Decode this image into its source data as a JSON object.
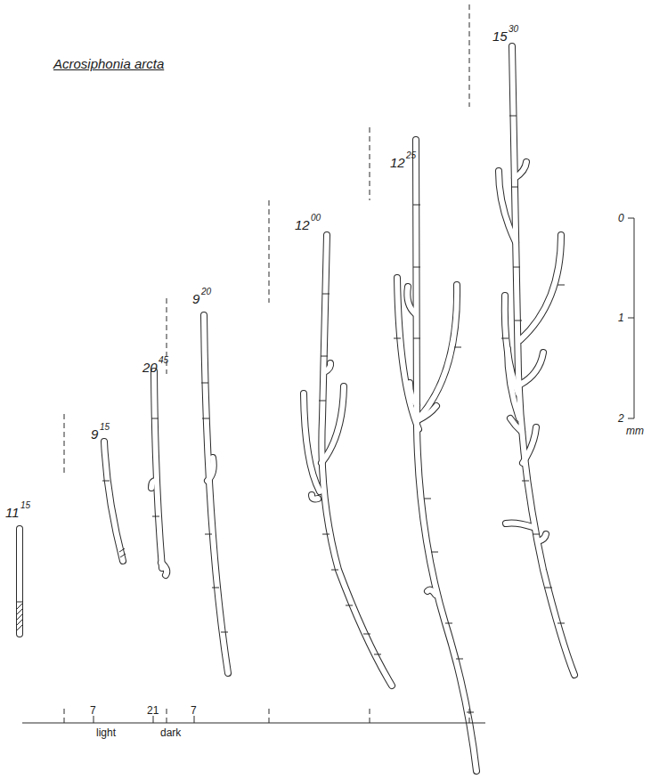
{
  "diagram": {
    "title": "Acrosiphonia arcta",
    "labels": [
      "11",
      "15",
      "9",
      "15",
      "20",
      "45",
      "9",
      "20",
      "12",
      "00",
      "12",
      "25",
      "15",
      "30",
      "0",
      "1",
      "2",
      "mm",
      "7",
      "21",
      "7",
      "light",
      "dark"
    ]
  }
}
